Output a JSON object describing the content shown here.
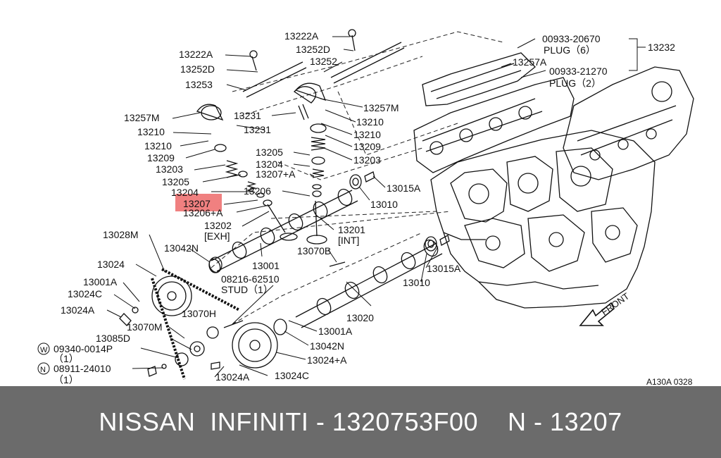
{
  "highlight": {
    "part": "13207",
    "color": "#f08080"
  },
  "footer": {
    "left": "NISSAN  INFINITI - 1320753F00",
    "right": "N - 13207"
  },
  "diagram_code": "A130A 0328",
  "front_label": "FRONT",
  "callouts": {
    "p13222A_r": "13222A",
    "p13252D_r": "13252D",
    "p13252_r": "13252",
    "p13222A_l": "13222A",
    "p13252D_l": "13252D",
    "p13253": "13253",
    "p13257M_l": "13257M",
    "p13231_a": "13231",
    "p13231_b": "13231",
    "p13257M_r": "13257M",
    "p13210_r1": "13210",
    "p13210_r2": "13210",
    "p13209_r": "13209",
    "p13203_r": "13203",
    "p13210_l1": "13210",
    "p13210_l2": "13210",
    "p13209_l": "13209",
    "p13203_l": "13203",
    "p13205_r": "13205",
    "p13204_r": "13204",
    "p13207A_r": "13207+A",
    "p13205_l": "13205",
    "p13204_l": "13204",
    "p13207": "13207",
    "p13206": "13206",
    "p13206A": "13206+A",
    "p13202": "13202",
    "exh": "[EXH]",
    "p13201": "13201",
    "int": "[INT]",
    "p13015A_1": "13015A",
    "p13010_1": "13010",
    "p13028M": "13028M",
    "p13042N_1": "13042N",
    "p13001": "13001",
    "p13070B": "13070B",
    "p13024": "13024",
    "p13001A_1": "13001A",
    "p13024C_1": "13024C",
    "p13024A_1": "13024A",
    "stud_no": "08216-62510",
    "stud_lbl": "STUD（1）",
    "p13070H": "13070H",
    "p13070M": "13070M",
    "p13085D": "13085D",
    "w_no": "09340-0014P",
    "w_qty": "（1）",
    "n_no": "08911-24010",
    "n_qty": "（1）",
    "p13015A_2": "13015A",
    "p13010_2": "13010",
    "p13020": "13020",
    "p13001A_2": "13001A",
    "p13042N_2": "13042N",
    "p13024A_2": "13024+A",
    "p13024A_3": "13024A",
    "p13024C_2": "13024C",
    "plug_no1": "00933-20670",
    "plug_lbl1": "PLUG（6）",
    "p13257A": "13257A",
    "plug_no2": "00933-21270",
    "plug_lbl2": "PLUG（2）",
    "p13232": "13232"
  },
  "symbols": {
    "washer": "W",
    "nut": "N"
  }
}
